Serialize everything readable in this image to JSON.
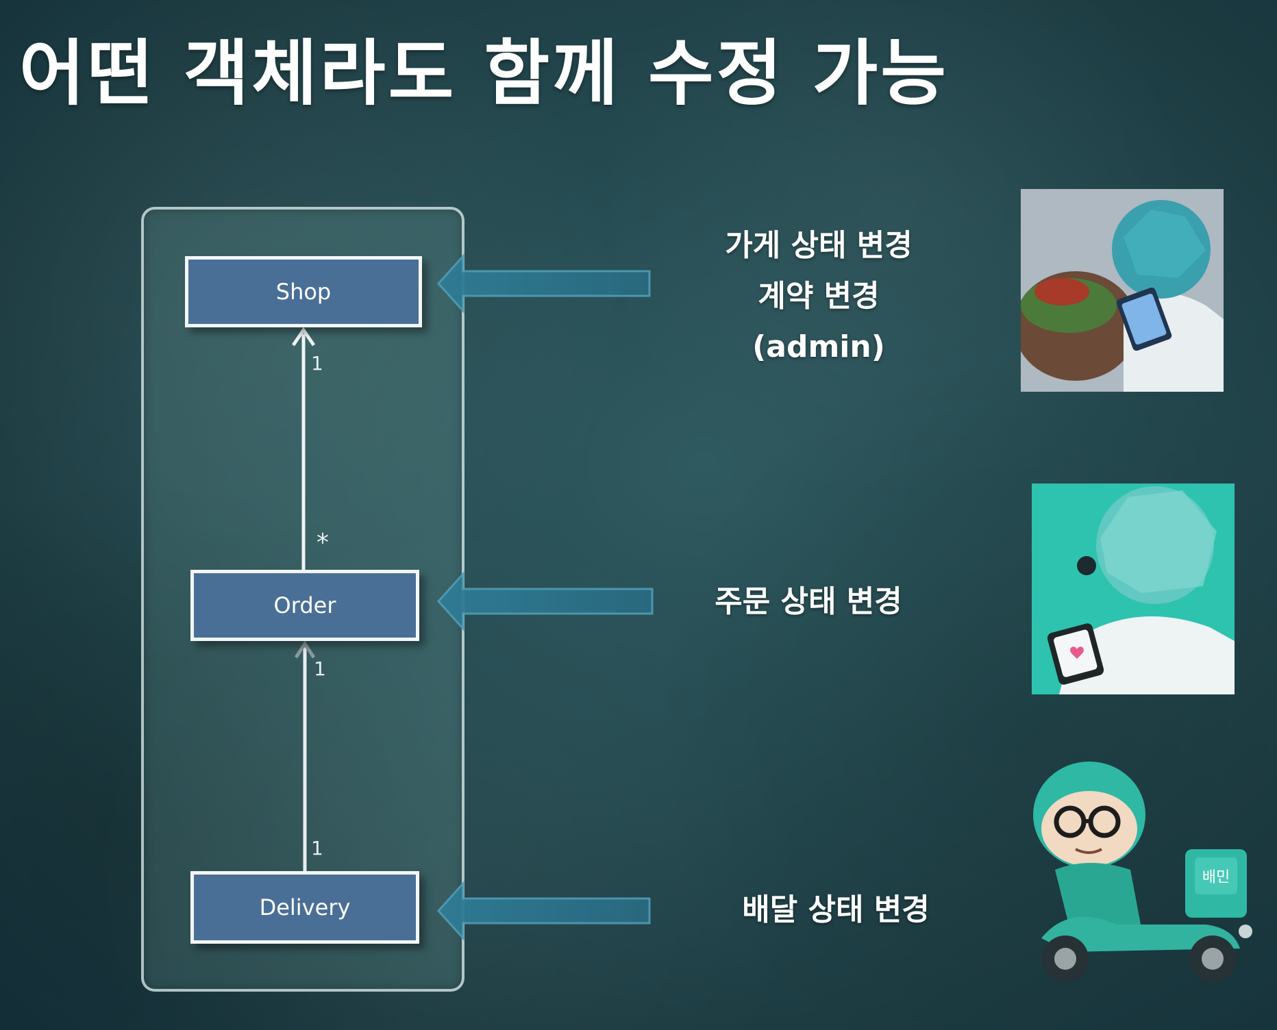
{
  "title": "어떤 객체라도 함께 수정 가능",
  "diagram": {
    "entities": {
      "shop": "Shop",
      "order": "Order",
      "delivery": "Delivery"
    },
    "multiplicities": {
      "order_to_shop_top": "1",
      "order_to_shop_bottom": "*",
      "delivery_to_order_top": "1",
      "delivery_to_order_bottom": "1"
    },
    "actions": {
      "shop_line1": "가게 상태 변경",
      "shop_line2": "계약 변경",
      "shop_line3": "(admin)",
      "order": "주문 상태 변경",
      "delivery": "배달 상태 변경"
    },
    "rider_box_text": "배민"
  },
  "colors": {
    "box_fill": "#4a6f97",
    "arrow_fill": "#2d6f86",
    "mint": "#2ec3ae"
  }
}
